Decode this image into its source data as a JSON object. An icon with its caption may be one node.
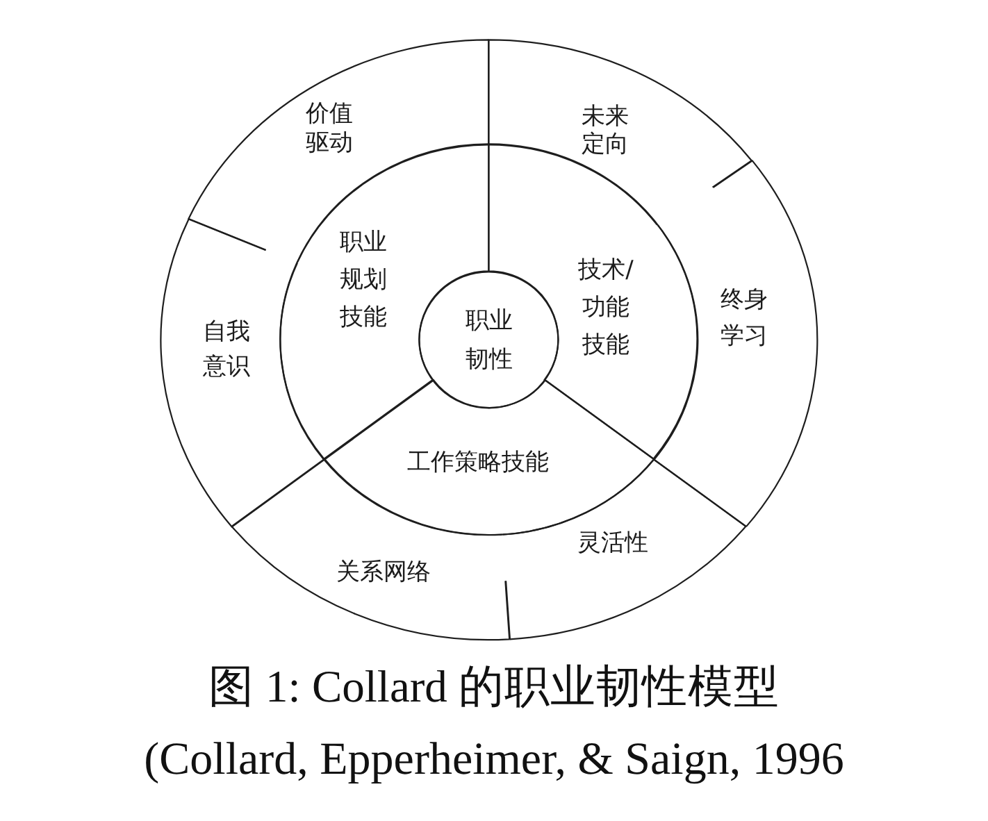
{
  "diagram": {
    "caption": "图 1: Collard 的职业韧性模型",
    "nodes": [
      {
        "text": [
          "价值驱动"
        ]
      },
      {
        "text": [
          "未来定向"
        ]
      },
      {
        "text": [
          "自我意识"
        ]
      },
      {
        "text": [
          "职业规划技能"
        ]
      },
      {
        "text": [
          "职业韧性"
        ]
      },
      {
        "text": [
          "技术/功能技能"
        ]
      },
      {
        "text": [
          "终身学习"
        ]
      },
      {
        "text": [
          "工作策略技能"
        ]
      },
      {
        "text": [
          "关系网络"
        ]
      },
      {
        "text": [
          "灵活性"
        ]
      }
    ],
    "labels": [
      "(Collard, Epperheimer, & Saign, 1996"
    ]
  }
}
